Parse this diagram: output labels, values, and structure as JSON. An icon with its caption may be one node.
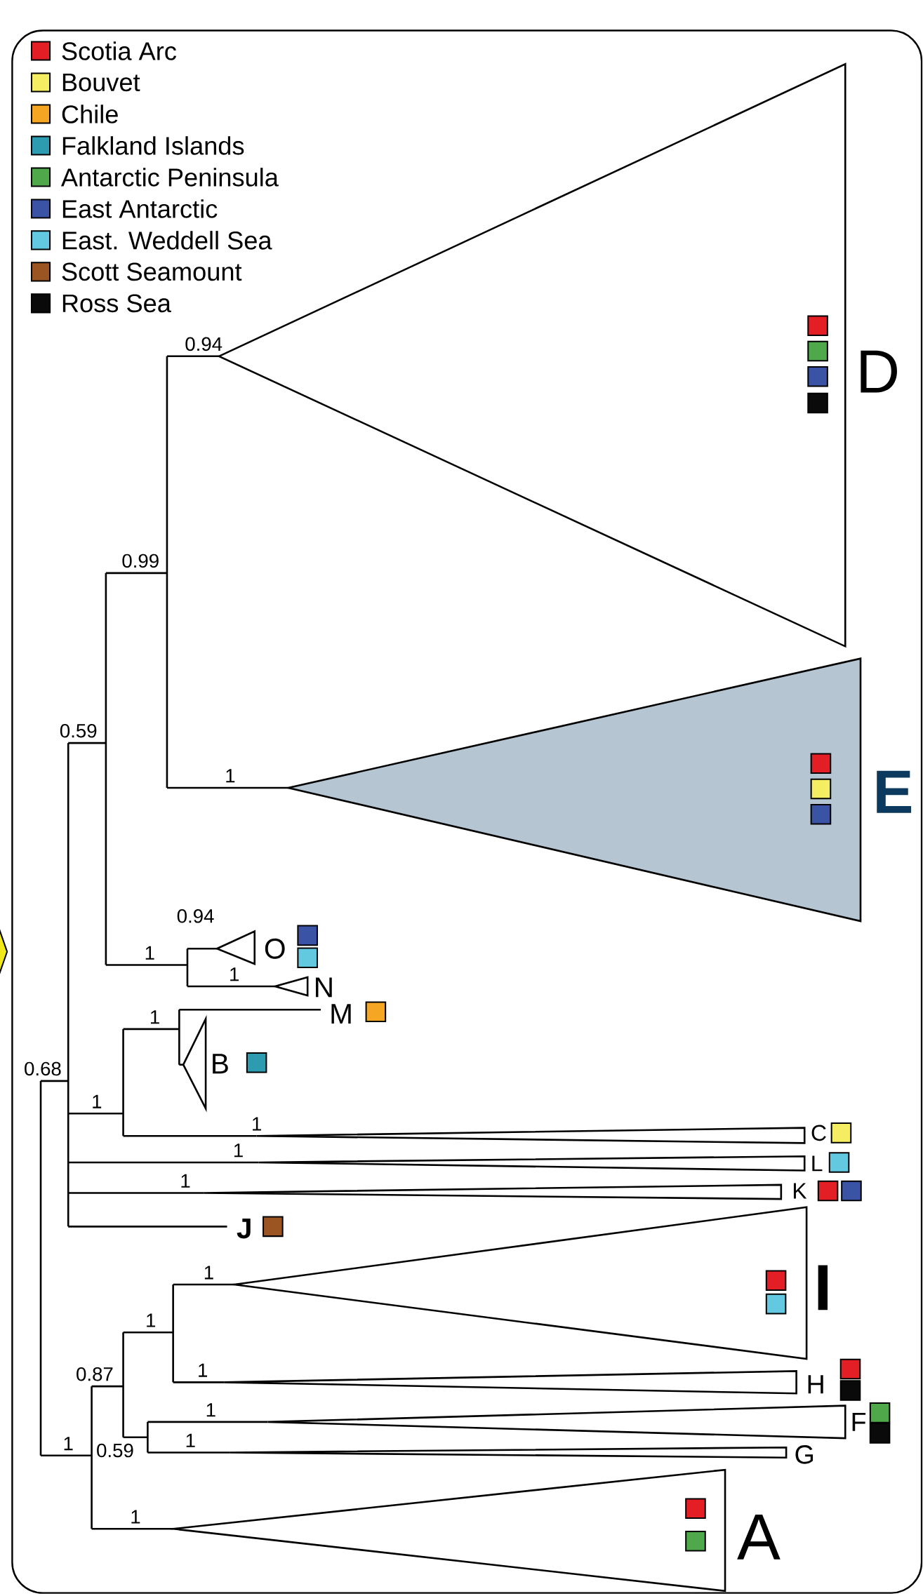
{
  "diagram": {
    "nodes": [
      {
        "text": [],
        "shape": "bar"
      },
      {
        "text": [],
        "shape": "bar"
      },
      {
        "text": [],
        "shape": "bar"
      },
      {
        "text": [],
        "shape": "bar"
      },
      {
        "text": [
          "D"
        ]
      },
      {
        "text": [
          "E"
        ]
      },
      {
        "text": [],
        "shape": "bar"
      },
      {
        "text": [
          "O"
        ]
      },
      {
        "text": [
          "N"
        ]
      },
      {
        "text": [],
        "shape": "bar"
      },
      {
        "text": [],
        "shape": "bar"
      },
      {
        "text": [
          "M"
        ]
      },
      {
        "text": [
          "B"
        ]
      },
      {
        "text": [
          "C"
        ]
      },
      {
        "text": [
          "L"
        ]
      },
      {
        "text": [
          "K"
        ]
      },
      {
        "text": [
          "J"
        ]
      },
      {
        "text": [],
        "shape": "bar"
      },
      {
        "text": [],
        "shape": "bar"
      },
      {
        "text": [],
        "shape": "bar"
      },
      {
        "text": [
          "I"
        ]
      },
      {
        "text": [
          "H"
        ]
      },
      {
        "text": [],
        "shape": "bar"
      },
      {
        "text": [
          "F"
        ]
      },
      {
        "text": [
          "G"
        ]
      },
      {
        "text": [
          "A"
        ]
      }
    ],
    "edges": [
      {
        "from": 0,
        "to": 1,
        "arrow": "none",
        "label": "0.68"
      },
      {
        "from": 0,
        "to": 17,
        "arrow": "none",
        "label": "1"
      },
      {
        "from": 1,
        "to": 2,
        "arrow": "none",
        "label": "0.59"
      },
      {
        "from": 1,
        "to": 9,
        "arrow": "none",
        "label": "1"
      },
      {
        "from": 1,
        "to": 14,
        "arrow": "none",
        "label": "1"
      },
      {
        "from": 1,
        "to": 15,
        "arrow": "none",
        "label": "1"
      },
      {
        "from": 1,
        "to": 16,
        "arrow": "none"
      },
      {
        "from": 2,
        "to": 3,
        "arrow": "none",
        "label": "0.99"
      },
      {
        "from": 2,
        "to": 6,
        "arrow": "none",
        "label": "1"
      },
      {
        "from": 3,
        "to": 4,
        "arrow": "none",
        "label": "0.94"
      },
      {
        "from": 3,
        "to": 5,
        "arrow": "none",
        "label": "1"
      },
      {
        "from": 6,
        "to": 7,
        "arrow": "none",
        "label": "0.94"
      },
      {
        "from": 6,
        "to": 8,
        "arrow": "none",
        "label": "1"
      },
      {
        "from": 9,
        "to": 10,
        "arrow": "none",
        "label": "1"
      },
      {
        "from": 9,
        "to": 13,
        "arrow": "none",
        "label": "1"
      },
      {
        "from": 10,
        "to": 11,
        "arrow": "none"
      },
      {
        "from": 10,
        "to": 12,
        "arrow": "none"
      },
      {
        "from": 17,
        "to": 18,
        "arrow": "none",
        "label": "0.87"
      },
      {
        "from": 17,
        "to": 25,
        "arrow": "none",
        "label": "1"
      },
      {
        "from": 18,
        "to": 19,
        "arrow": "none",
        "label": "1"
      },
      {
        "from": 18,
        "to": 22,
        "arrow": "none",
        "label": "0.59"
      },
      {
        "from": 19,
        "to": 20,
        "arrow": "none",
        "label": "1"
      },
      {
        "from": 19,
        "to": 21,
        "arrow": "none",
        "label": "1"
      },
      {
        "from": 22,
        "to": 23,
        "arrow": "none",
        "label": "1"
      },
      {
        "from": 22,
        "to": 24,
        "arrow": "none",
        "label": "1"
      }
    ],
    "legend": [
      {
        "text": "Scotia Arc",
        "color": "#e31e24"
      },
      {
        "text": "Bouvet",
        "color": "#f5ee62"
      },
      {
        "text": "Chile",
        "color": "#f5a623"
      },
      {
        "text": "Falkland Islands",
        "color": "#2d9bb0"
      },
      {
        "text": "Antarctic Peninsula",
        "color": "#4fa84a"
      },
      {
        "text": "East Antarctic",
        "color": "#3a53a4"
      },
      {
        "text": "East. Weddell Sea",
        "color": "#62c9e0"
      },
      {
        "text": "Scott Seamount",
        "color": "#9b5523"
      },
      {
        "text": "Ross Sea",
        "color": "#0a0a0a"
      }
    ]
  }
}
